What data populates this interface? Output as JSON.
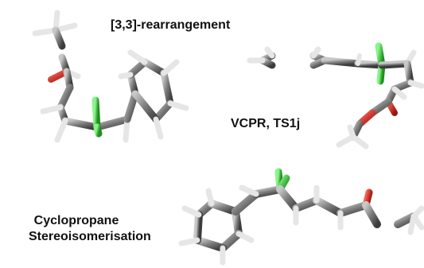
{
  "labels": {
    "rearrangement": "[3,3]-rearrangement",
    "vcpr": "VCPR, TS1j",
    "cyclopropane_line1": "Cyclopropane",
    "cyclopropane_line2": "Stereoisomerisation"
  },
  "colors": {
    "carbon": "#7a7a7a",
    "hydrogen": "#f2f2f2",
    "oxygen": "#d9261c",
    "fluorine": "#3fbf3f",
    "text": "#111111"
  }
}
